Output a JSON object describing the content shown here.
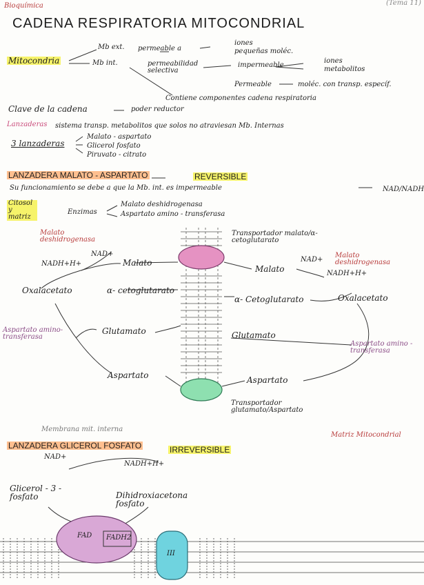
{
  "header": {
    "subject": "Bioquímica",
    "corner": "(Tema 11)",
    "title": "CADENA RESPIRATORIA MITOCONDRIAL"
  },
  "mito": {
    "label": "Mitocondria",
    "mb_ext": "Mb ext.",
    "mb_ext_desc": "permeable a",
    "mb_ext_iones": "iones",
    "mb_ext_small": "pequeñas moléc.",
    "mb_int": "Mb int.",
    "perm_sel": "permeabilidad selectiva",
    "impermeable": "impermeable",
    "iones2": "iones",
    "metabolitos": "metabolitos",
    "permeable": "Permeable",
    "molec_transp": "moléc. con transp. específ.",
    "contiene": "Contiene componentes cadena respiratoria"
  },
  "clave": {
    "label": "Clave de la cadena",
    "value": "poder reductor"
  },
  "lanzaderas": {
    "label": "Lanzaderas",
    "desc": "sistema transp. metabolitos que solos no atraviesan Mb. Internas",
    "count": "3 lanzaderas",
    "items": [
      "Malato - aspartato",
      "Glicerol fosfato",
      "Piruvato - citrato"
    ]
  },
  "section1": {
    "title": "LANZADERA MALATO - ASPARTATO",
    "tag": "REVERSIBLE",
    "reason": "Su funcionamiento se debe a que la Mb. int. es impermeable",
    "reason_end": "NAD/NADH",
    "citosol": "Citosol y matriz",
    "enzimas": "Enzimas",
    "enz1": "Malato deshidrogenasa",
    "enz2": "Aspartato amino - transferasa"
  },
  "diagram1": {
    "left_enzyme": "Malato deshidrogenasa",
    "nadh_left": "NADH+H+",
    "nad_left": "NAD+",
    "malato_left": "Malato",
    "oxal_left": "Oxalacetato",
    "akg_left": "α- cetoglutarato",
    "glut_left": "Glutamato",
    "asp_left": "Aspartato",
    "asp_enz_left": "Aspartato amino-transferasa",
    "transp_top": "Transportador malato/α-cetoglutarato",
    "transp_bottom": "Transportador glutamato/Aspartato",
    "right_enzyme": "Malato deshidrogenasa",
    "nad_right": "NAD+",
    "nadh_right": "NADH+H+",
    "malato_right": "Malato",
    "oxal_right": "Oxalacetato",
    "akg_right": "α- Cetoglutarato",
    "glut_right": "Glutamato",
    "asp_right": "Aspartato",
    "asp_enz_right": "Aspartato amino - transferasa",
    "membrana": "Membrana mit. interna",
    "matriz": "Matriz Mitocondrial"
  },
  "section2": {
    "title": "LANZADERA GLICEROL FOSFATO",
    "tag": "IRREVERSIBLE",
    "nad": "NAD+",
    "nadh": "NADH+H+",
    "g3p": "Glicerol - 3 - fosfato",
    "dhap": "Dihidroxiacetona fosfato",
    "fad": "FAD",
    "fadh2": "FADH2",
    "complex": "III"
  }
}
